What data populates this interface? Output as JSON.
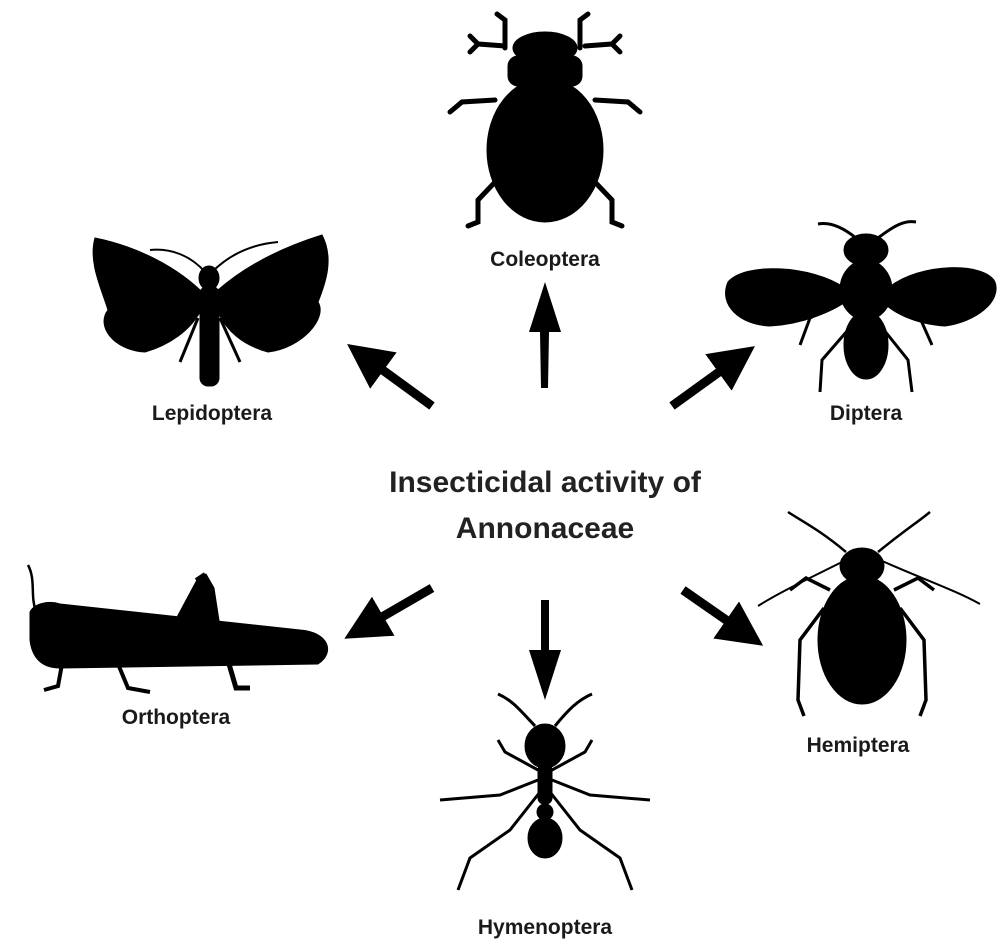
{
  "center": {
    "line1": "Insecticidal activity of",
    "line2": "Annonaceae"
  },
  "orders": {
    "coleoptera": "Coleoptera",
    "lepidoptera": "Lepidoptera",
    "diptera": "Diptera",
    "orthoptera": "Orthoptera",
    "hemiptera": "Hemiptera",
    "hymenoptera": "Hymenoptera"
  },
  "icons": {
    "coleoptera": "beetle-icon",
    "lepidoptera": "moth-icon",
    "diptera": "fly-icon",
    "orthoptera": "grasshopper-icon",
    "hemiptera": "aphid-icon",
    "hymenoptera": "ant-icon"
  },
  "colors": {
    "silhouette": "#000000",
    "text": "#1a1a1a",
    "background": "#ffffff"
  }
}
